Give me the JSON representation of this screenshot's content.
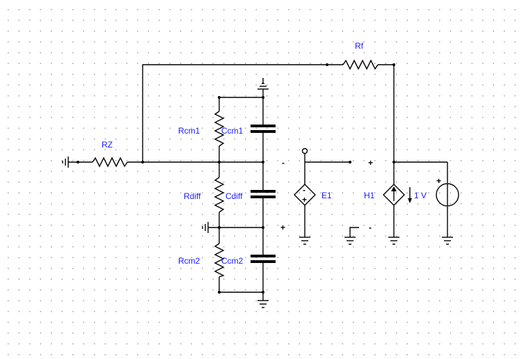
{
  "labels": {
    "rz": "RZ",
    "rf": "Rf",
    "rcm1": "Rcm1",
    "ccm1": "Ccm1",
    "rdiff": "Rdiff",
    "cdiff": "Cdiff",
    "rcm2": "Rcm2",
    "ccm2": "Ccm2",
    "e1": "E1",
    "h1": "H1",
    "h1_value": "1 V"
  },
  "signs": {
    "input_minus": "-",
    "input_plus": "+",
    "output_plus": "+",
    "output_minus": "-",
    "e1_minus": "-",
    "e1_plus": "+",
    "vsrc_plus": "+"
  },
  "colors": {
    "label": "#1a1aff",
    "wire": "#000000",
    "grid_dot": "#a8a8a8"
  }
}
